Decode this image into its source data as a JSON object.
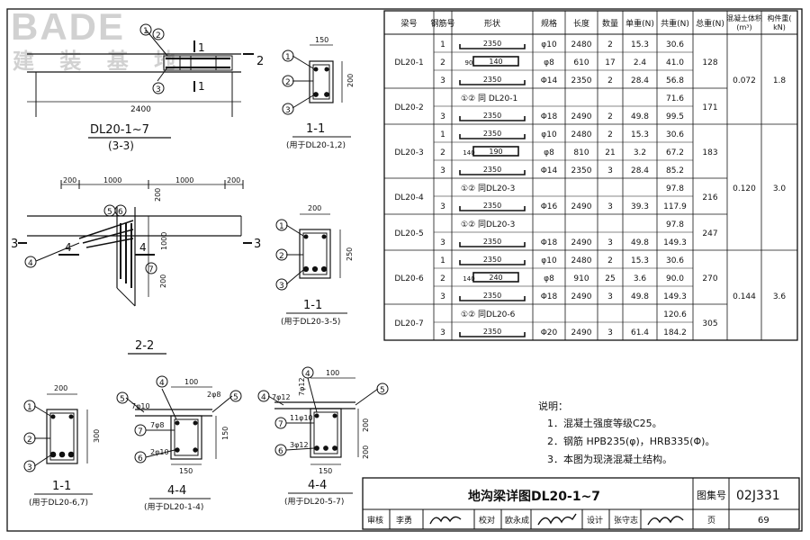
{
  "watermark": {
    "brand": "BADE",
    "cn": "建 装 基 地"
  },
  "table": {
    "headers": [
      "梁号",
      "钢筋号",
      "形状",
      "规格",
      "长度",
      "数量",
      "单重(N)",
      "共重(N)",
      "总重(N)",
      "混凝土体积(m³)",
      "构件重(kN)"
    ],
    "groups": [
      {
        "name": "DL20-1",
        "total": "128",
        "rows": [
          {
            "no": "1",
            "dim": "2350",
            "spec": "φ10",
            "len": "2480",
            "qty": "2",
            "uw": "15.3",
            "tw": "30.6"
          },
          {
            "no": "2",
            "dim": "140",
            "sub": "90",
            "spec": "φ8",
            "len": "610",
            "qty": "17",
            "uw": "2.4",
            "tw": "41.0"
          },
          {
            "no": "3",
            "dim": "2350",
            "spec": "Φ14",
            "len": "2350",
            "qty": "2",
            "uw": "28.4",
            "tw": "56.8"
          }
        ]
      },
      {
        "name": "DL20-2",
        "total": "171",
        "rows": [
          {
            "no": "",
            "note": "①② 同 DL20-1",
            "tw": "71.6"
          },
          {
            "no": "3",
            "dim": "2350",
            "spec": "Φ18",
            "len": "2490",
            "qty": "2",
            "uw": "49.8",
            "tw": "99.5"
          }
        ]
      },
      {
        "name": "DL20-3",
        "total": "183",
        "rows": [
          {
            "no": "1",
            "dim": "2350",
            "spec": "φ10",
            "len": "2480",
            "qty": "2",
            "uw": "15.3",
            "tw": "30.6"
          },
          {
            "no": "2",
            "dim": "190",
            "sub": "140",
            "spec": "φ8",
            "len": "810",
            "qty": "21",
            "uw": "3.2",
            "tw": "67.2"
          },
          {
            "no": "3",
            "dim": "2350",
            "spec": "Φ14",
            "len": "2350",
            "qty": "3",
            "uw": "28.4",
            "tw": "85.2"
          }
        ]
      },
      {
        "name": "DL20-4",
        "total": "216",
        "rows": [
          {
            "no": "",
            "note": "①② 同DL20-3",
            "tw": "97.8"
          },
          {
            "no": "3",
            "dim": "2350",
            "spec": "Φ16",
            "len": "2490",
            "qty": "3",
            "uw": "39.3",
            "tw": "117.9"
          }
        ]
      },
      {
        "name": "DL20-5",
        "total": "247",
        "rows": [
          {
            "no": "",
            "note": "①② 同DL20-3",
            "tw": "97.8"
          },
          {
            "no": "3",
            "dim": "2350",
            "spec": "Φ18",
            "len": "2490",
            "qty": "3",
            "uw": "49.8",
            "tw": "149.3"
          }
        ]
      },
      {
        "name": "DL20-6",
        "total": "270",
        "rows": [
          {
            "no": "1",
            "dim": "2350",
            "spec": "φ10",
            "len": "2480",
            "qty": "2",
            "uw": "15.3",
            "tw": "30.6"
          },
          {
            "no": "2",
            "dim": "240",
            "sub": "140",
            "spec": "φ8",
            "len": "910",
            "qty": "25",
            "uw": "3.6",
            "tw": "90.0"
          },
          {
            "no": "3",
            "dim": "2350",
            "spec": "Φ18",
            "len": "2490",
            "qty": "3",
            "uw": "49.8",
            "tw": "149.3"
          }
        ]
      },
      {
        "name": "DL20-7",
        "total": "305",
        "rows": [
          {
            "no": "",
            "note": "①② 同DL20-6",
            "tw": "120.6"
          },
          {
            "no": "3",
            "dim": "2350",
            "spec": "Φ20",
            "len": "2490",
            "qty": "3",
            "uw": "61.4",
            "tw": "184.2"
          }
        ]
      }
    ],
    "vol": [
      {
        "v": "0.072",
        "w": "1.8"
      },
      {
        "v": "0.120",
        "w": "3.0"
      },
      {
        "v": "0.144",
        "w": "3.6"
      }
    ]
  },
  "notes": {
    "title": "说明：",
    "items": [
      "1．混凝土强度等级C25。",
      "2．钢筋 HPB235(φ)，HRB335(Φ)。",
      "3．本图为现浇混凝土结构。"
    ]
  },
  "titleblock": {
    "title": "地沟梁详图DL20-1~7",
    "atlas_label": "图集号",
    "atlas": "02J331",
    "review_label": "审核",
    "reviewer": "李勇",
    "check_label": "校对",
    "checker": "欧永成",
    "design_label": "设计",
    "designer": "张守志",
    "page_label": "页",
    "page": "69"
  },
  "views": {
    "elev": {
      "title": "DL20-1~7",
      "sub": "(3-3)",
      "len": "2400",
      "cut": "1",
      "cut2": "2"
    },
    "sec11a": {
      "title": "1-1",
      "sub": "(用于DL20-1,2)",
      "w": "150",
      "h": "200"
    },
    "plan22": {
      "title": "2-2",
      "d1": "200",
      "d2": "1000",
      "d3": "1000",
      "d4": "200",
      "side": "1000",
      "b1": "200",
      "b2": "200",
      "cut3": "3",
      "cut4": "4"
    },
    "sec11b": {
      "title": "1-1",
      "sub": "(用于DL20-3-5)",
      "w": "200",
      "h": "250"
    },
    "sec11c": {
      "title": "1-1",
      "sub": "(用于DL20-6,7)",
      "w": "200",
      "h": "300"
    },
    "sec44a": {
      "title": "4-4",
      "sub": "(用于DL20-1-4)",
      "top": "100",
      "l1": "7φ10",
      "l2": "2φ8",
      "l3": "7φ8",
      "l4": "2φ10",
      "h1": "150",
      "bot": "150"
    },
    "sec44b": {
      "title": "4-4",
      "sub": "(用于DL20-5-7)",
      "top": "100",
      "l1": "7φ12",
      "l2": "7φ12",
      "l3": "11φ10",
      "l4": "3φ12",
      "h1": "200",
      "h2": "200",
      "bot": "150"
    }
  }
}
